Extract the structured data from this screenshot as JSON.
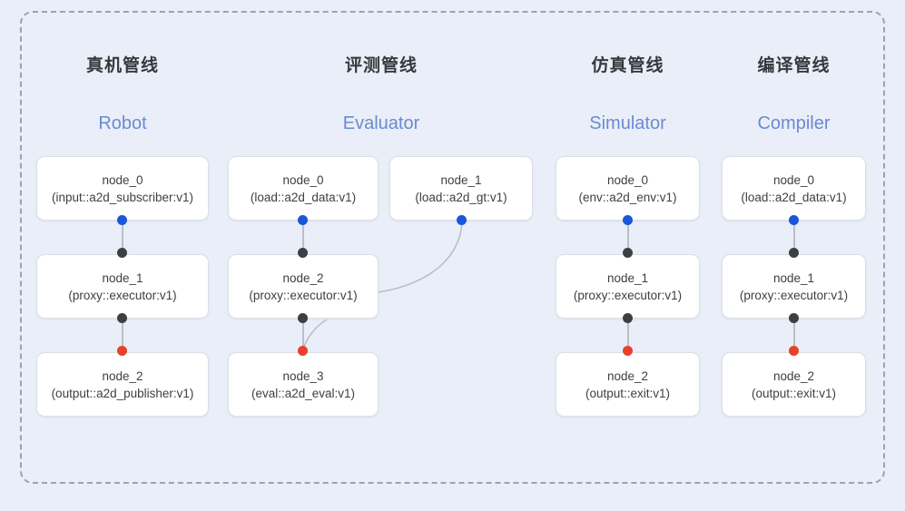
{
  "diagram": {
    "background_color": "#e9eef8",
    "frame_border_color": "#9aa3b0",
    "port_colors": {
      "input": "#1a56db",
      "proxy": "#3c4043",
      "output": "#e8412a"
    },
    "edge_color": "#b9bec7"
  },
  "columns": [
    {
      "id": "robot",
      "title_cn": "真机管线",
      "title_en": "Robot",
      "nodes": [
        {
          "name": "node_0",
          "type": "(input::a2d_subscriber:v1)"
        },
        {
          "name": "node_1",
          "type": "(proxy::executor:v1)"
        },
        {
          "name": "node_2",
          "type": "(output::a2d_publisher:v1)"
        }
      ]
    },
    {
      "id": "evaluator",
      "title_cn": "评测管线",
      "title_en": "Evaluator",
      "nodes": [
        {
          "name": "node_0",
          "type": "(load::a2d_data:v1)"
        },
        {
          "name": "node_2",
          "type": "(proxy::executor:v1)"
        },
        {
          "name": "node_3",
          "type": "(eval::a2d_eval:v1)"
        }
      ],
      "side_node": {
        "name": "node_1",
        "type": "(load::a2d_gt:v1)"
      }
    },
    {
      "id": "simulator",
      "title_cn": "仿真管线",
      "title_en": "Simulator",
      "nodes": [
        {
          "name": "node_0",
          "type": "(env::a2d_env:v1)"
        },
        {
          "name": "node_1",
          "type": "(proxy::executor:v1)"
        },
        {
          "name": "node_2",
          "type": "(output::exit:v1)"
        }
      ]
    },
    {
      "id": "compiler",
      "title_cn": "编译管线",
      "title_en": "Compiler",
      "nodes": [
        {
          "name": "node_0",
          "type": "(load::a2d_data:v1)"
        },
        {
          "name": "node_1",
          "type": "(proxy::executor:v1)"
        },
        {
          "name": "node_2",
          "type": "(output::exit:v1)"
        }
      ]
    }
  ]
}
